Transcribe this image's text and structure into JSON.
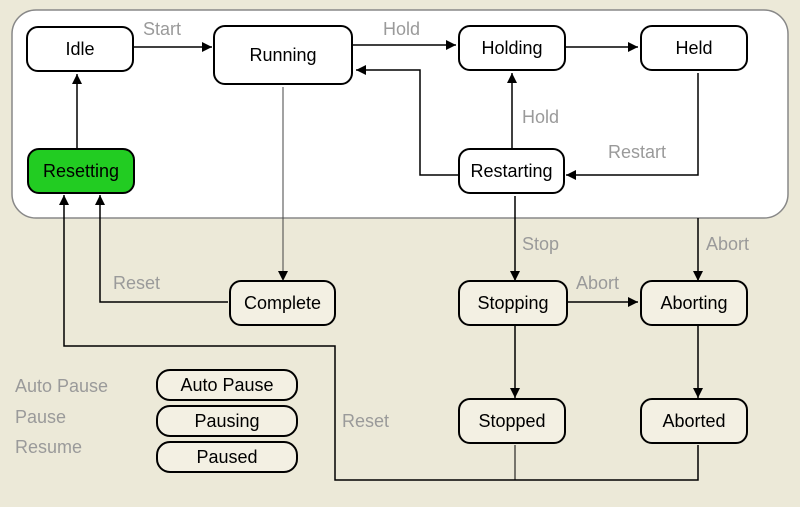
{
  "states": {
    "idle": "Idle",
    "running": "Running",
    "holding": "Holding",
    "held": "Held",
    "resetting": "Resetting",
    "restarting": "Restarting",
    "complete": "Complete",
    "stopping": "Stopping",
    "aborting": "Aborting",
    "stopped": "Stopped",
    "aborted": "Aborted"
  },
  "transitions": {
    "start": "Start",
    "hold_top": "Hold",
    "hold_restart": "Hold",
    "restart": "Restart",
    "stop": "Stop",
    "abort_right": "Abort",
    "abort_mid": "Abort",
    "reset_complete": "Reset",
    "reset_bottom": "Reset"
  },
  "legend": {
    "labels": [
      "Auto Pause",
      "Pause",
      "Resume"
    ],
    "boxes": [
      "Auto Pause",
      "Pausing",
      "Paused"
    ]
  },
  "colors": {
    "active_state": "#22cc22",
    "label_gray": "#9a9a9a",
    "background": "#ece9d8"
  }
}
